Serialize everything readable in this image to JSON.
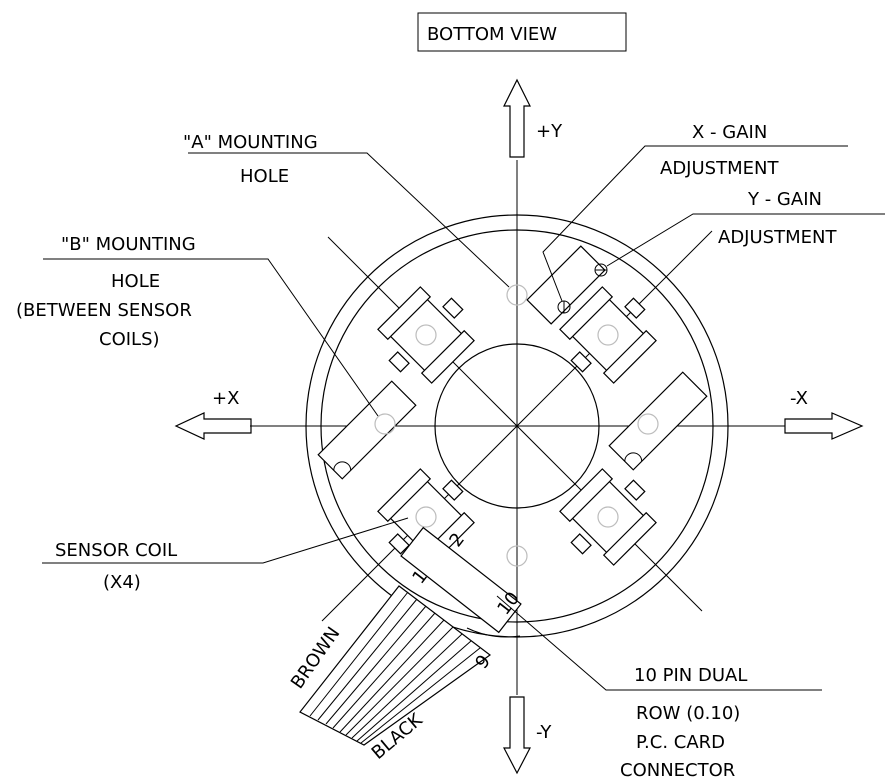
{
  "title": "BOTTOM VIEW",
  "axes": {
    "plus_y": "+Y",
    "minus_y": "-Y",
    "plus_x": "+X",
    "minus_x": "-X"
  },
  "labels": {
    "a_hole_1": "\"A\" MOUNTING",
    "a_hole_2": "HOLE",
    "x_gain_1": "X - GAIN",
    "x_gain_2": "ADJUSTMENT",
    "y_gain_1": "Y - GAIN",
    "y_gain_2": "ADJUSTMENT",
    "b_hole_1": "\"B\" MOUNTING",
    "b_hole_2": "HOLE",
    "b_hole_3": "(BETWEEN SENSOR",
    "b_hole_4": "COILS)",
    "coil_1": "SENSOR COIL",
    "coil_2": "(X4)",
    "conn_1": "10 PIN DUAL",
    "conn_2": "ROW (0.10)",
    "conn_3": "P.C. CARD",
    "conn_4": "CONNECTOR"
  },
  "pins": {
    "p1": "1",
    "p2": "2",
    "p9": "9",
    "p10": "10"
  },
  "wires": {
    "brown": "BROWN",
    "black": "BLACK"
  }
}
